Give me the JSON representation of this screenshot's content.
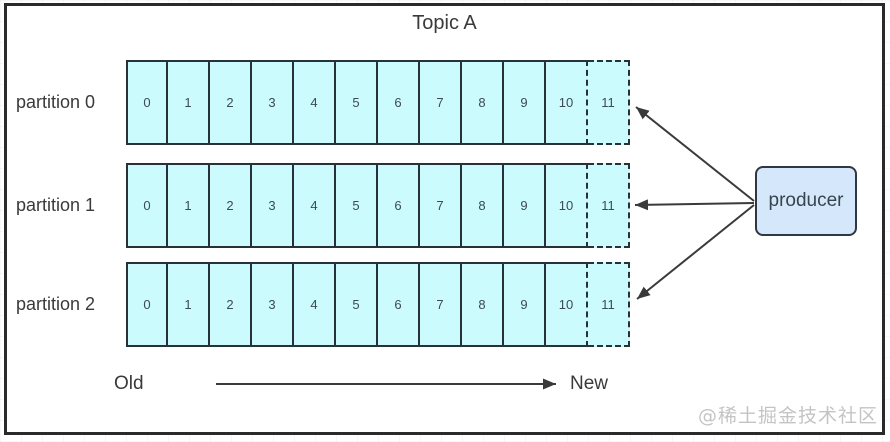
{
  "diagram": {
    "title": "Topic A",
    "dashed_from_index": 11,
    "axis": {
      "old_label": "Old",
      "new_label": "New"
    },
    "producer": {
      "label": "producer"
    },
    "watermark": "@稀土掘金技术社区"
  },
  "partitions": [
    {
      "label": "partition 0",
      "cells": [
        "0",
        "1",
        "2",
        "3",
        "4",
        "5",
        "6",
        "7",
        "8",
        "9",
        "10",
        "11"
      ]
    },
    {
      "label": "partition 1",
      "cells": [
        "0",
        "1",
        "2",
        "3",
        "4",
        "5",
        "6",
        "7",
        "8",
        "9",
        "10",
        "11"
      ]
    },
    {
      "label": "partition 2",
      "cells": [
        "0",
        "1",
        "2",
        "3",
        "4",
        "5",
        "6",
        "7",
        "8",
        "9",
        "10",
        "11"
      ]
    }
  ],
  "colors": {
    "cell_fill": "#ccfbfd",
    "cell_border": "#263238",
    "producer_fill": "#d5e8fb",
    "producer_border": "#2f3741",
    "arrow": "#3a3a3a",
    "frame_border": "#2a2a2a",
    "text": "#3a3a3a",
    "digit_text": "#3a4a5a",
    "watermark_text": "#c4c4c4"
  }
}
